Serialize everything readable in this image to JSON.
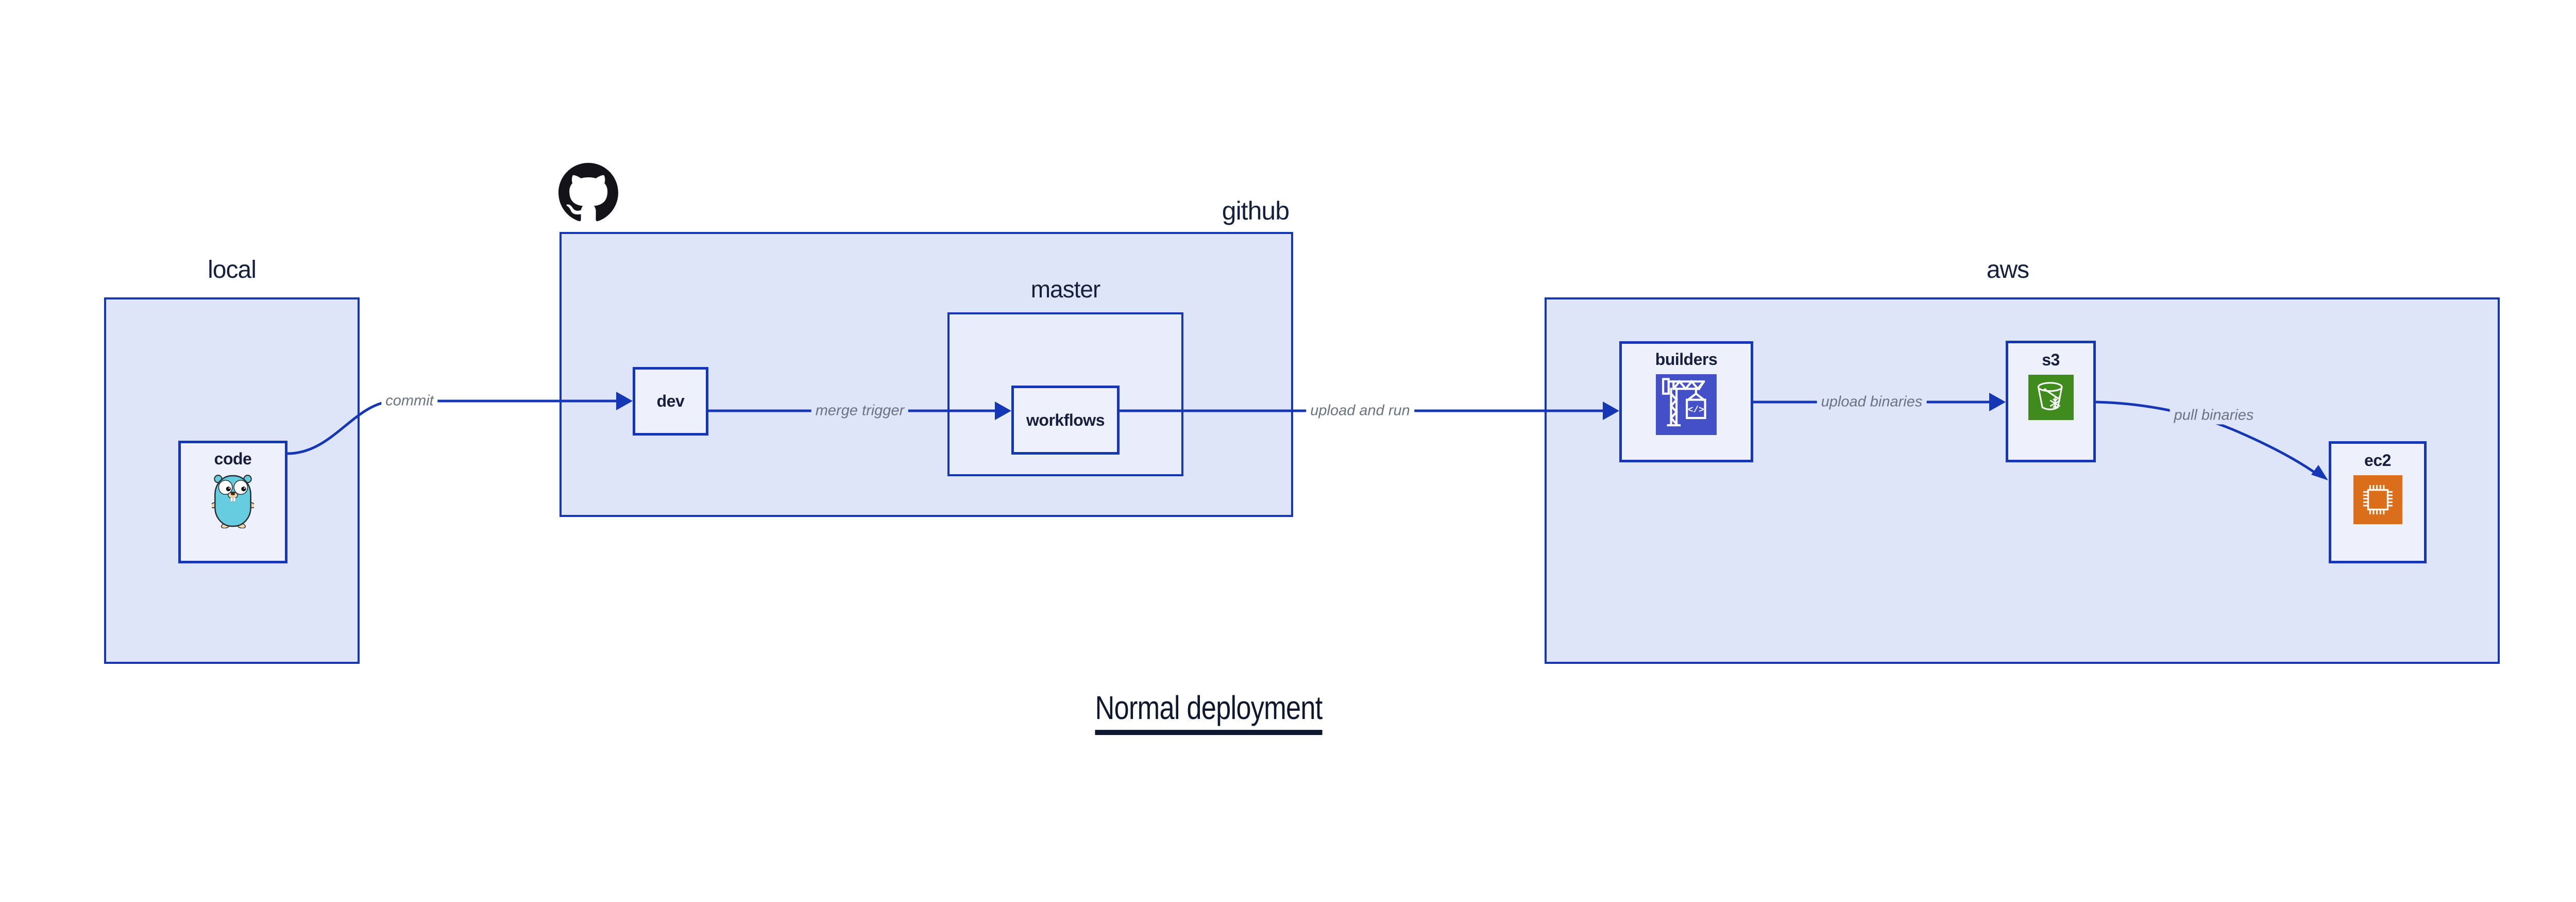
{
  "diagram": {
    "title": "Normal deployment",
    "containers": {
      "local": {
        "label": "local"
      },
      "github": {
        "label": "github",
        "logo_icon": "github-octocat"
      },
      "master": {
        "label": "master"
      },
      "aws": {
        "label": "aws"
      }
    },
    "nodes": {
      "code": {
        "label": "code",
        "icon": "go-gopher"
      },
      "dev": {
        "label": "dev"
      },
      "workflows": {
        "label": "workflows"
      },
      "builders": {
        "label": "builders",
        "icon": "codebuild-crane"
      },
      "s3": {
        "label": "s3",
        "icon": "s3-bucket-snowflake"
      },
      "ec2": {
        "label": "ec2",
        "icon": "ec2-chip"
      }
    },
    "edges": [
      {
        "from": "code",
        "to": "dev",
        "label": "commit"
      },
      {
        "from": "dev",
        "to": "workflows",
        "label": "merge trigger"
      },
      {
        "from": "workflows",
        "to": "builders",
        "label": "upload and run"
      },
      {
        "from": "builders",
        "to": "s3",
        "label": "upload binaries"
      },
      {
        "from": "s3",
        "to": "ec2",
        "label": "pull binaries"
      }
    ],
    "colors": {
      "stroke_blue": "#1637b5",
      "container_fill": "#dfe5f9",
      "subgraph_fill": "#e8ecfb",
      "node_fill": "#eef1fc",
      "label_dark": "#16203e",
      "title_dark": "#10182f",
      "edge_label_gray": "#6b7280",
      "codebuild_indigo": "#4450c8",
      "s3_green": "#3f8b1e",
      "ec2_orange": "#db6e1b",
      "github_black": "#15131a",
      "gopher_teal": "#66cde0"
    }
  }
}
